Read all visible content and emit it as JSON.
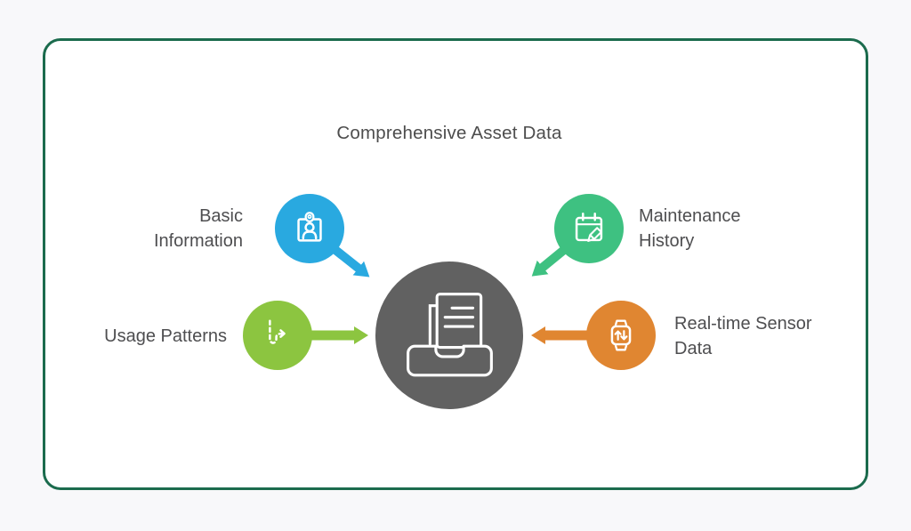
{
  "title": "Comprehensive Asset Data",
  "frame": {
    "border_color": "#1B6B4D",
    "card_background": "#FFFFFF",
    "page_background": "#F8F8FA",
    "text_color": "#4E4E50"
  },
  "center_node": {
    "id": "comprehensive-asset-data-hub",
    "icon": "inbox-documents-icon",
    "color": "#616161"
  },
  "nodes": [
    {
      "id": "basic-information",
      "lines": [
        "Basic",
        "Information"
      ],
      "icon": "id-badge-icon",
      "color": "#29A9E0",
      "arrow_direction": "down-right-to-center"
    },
    {
      "id": "maintenance-history",
      "lines": [
        "Maintenance",
        "History"
      ],
      "icon": "calendar-edit-icon",
      "color": "#3EC181",
      "arrow_direction": "down-left-to-center"
    },
    {
      "id": "usage-patterns",
      "lines": [
        "Usage Patterns"
      ],
      "icon": "dashed-path-arrow-icon",
      "color": "#8CC540",
      "arrow_direction": "right-to-center"
    },
    {
      "id": "real-time-sensor-data",
      "lines": [
        "Real-time Sensor",
        "Data"
      ],
      "icon": "smartwatch-icon",
      "color": "#E08631",
      "arrow_direction": "left-to-center"
    }
  ]
}
